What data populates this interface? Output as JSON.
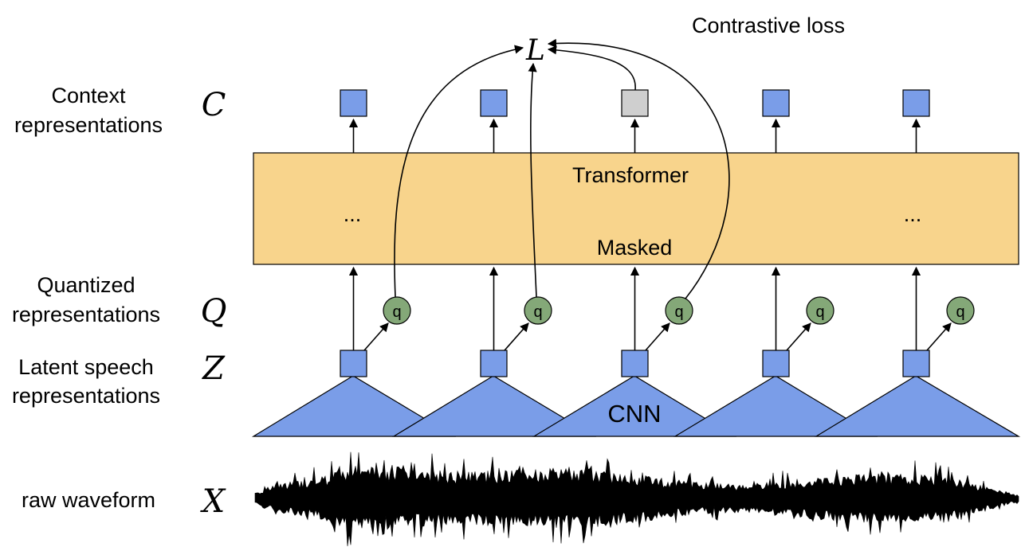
{
  "row_labels": {
    "context": [
      "Context",
      "representations"
    ],
    "quantized": [
      "Quantized",
      "representations"
    ],
    "latent": [
      "Latent speech",
      "representations"
    ],
    "raw": [
      "raw waveform"
    ]
  },
  "symbols": {
    "context": "C",
    "quantized": "Q",
    "latent": "Z",
    "raw": "X",
    "loss": "L"
  },
  "loss_label": "Contrastive loss",
  "transformer": {
    "title": "Transformer",
    "masked": "Masked",
    "ellipsis_left": "...",
    "ellipsis_right": "..."
  },
  "cnn_label": "CNN",
  "quantizer_label": "q",
  "colors": {
    "blue": "#7a9de8",
    "gray": "#cfcfcf",
    "transformer": "#f8d48c",
    "green": "#84a878"
  }
}
